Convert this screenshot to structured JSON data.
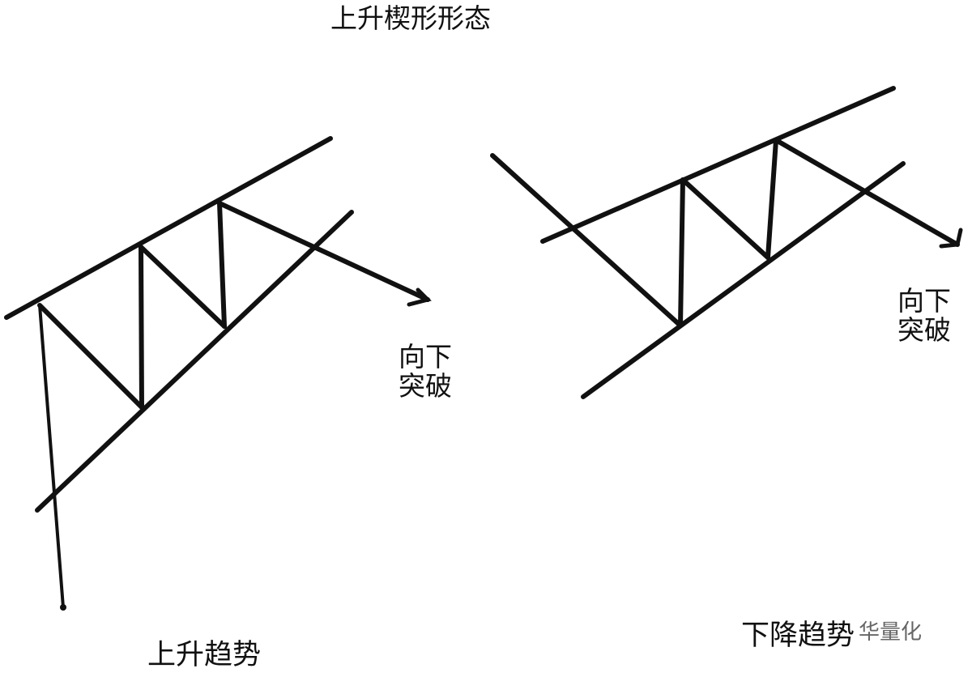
{
  "title": "上升楔形形态",
  "left_figure": {
    "breakout_line1": "向下",
    "breakout_line2": "突破",
    "caption": "上升趋势"
  },
  "right_figure": {
    "breakout_line1": "向下",
    "breakout_line2": "突破",
    "caption": "下降趋势"
  },
  "watermark": "华量化",
  "colors": {
    "ink": "#111111",
    "background": "#ffffff"
  }
}
